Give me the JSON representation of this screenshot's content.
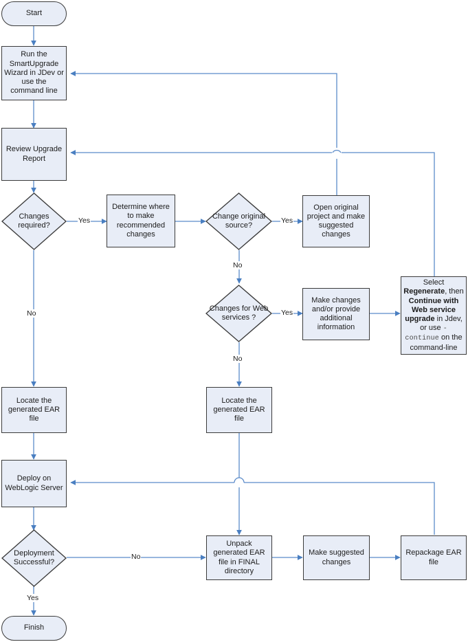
{
  "diagram": {
    "title": "SmartUpgrade process flowchart",
    "colors": {
      "node_fill": "#e8edf7",
      "node_stroke": "#3a3a3a",
      "edge_stroke": "#5b8bc9",
      "text": "#1b1b1b",
      "code_text": "#4a4a4a",
      "background": "#ffffff"
    }
  },
  "nodes": {
    "start": {
      "label": "Start",
      "shape": "terminator"
    },
    "run_wizard": {
      "label": "Run the SmartUpgrade Wizard in JDev or use the command line",
      "shape": "process"
    },
    "review_report": {
      "label": "Review Upgrade Report",
      "shape": "process"
    },
    "changes_required": {
      "label": "Changes required?",
      "shape": "decision"
    },
    "determine_where": {
      "label": "Determine where to make recommended changes",
      "shape": "process"
    },
    "change_original_source": {
      "label": "Change original source?",
      "shape": "decision"
    },
    "open_original_project": {
      "label": "Open original project and make suggested changes",
      "shape": "process"
    },
    "changes_web_services": {
      "label": "Changes for Web services ?",
      "shape": "decision"
    },
    "make_changes_info": {
      "label": "Make changes and/or provide additional information",
      "shape": "process"
    },
    "select_regenerate": {
      "shape": "process",
      "rich": [
        {
          "text": "Select ",
          "style": "normal"
        },
        {
          "text": "Regenerate",
          "style": "bold"
        },
        {
          "text": ", then ",
          "style": "normal"
        },
        {
          "text": "Continue with Web service upgrade",
          "style": "bold"
        },
        {
          "text": " in Jdev, or use ",
          "style": "normal"
        },
        {
          "text": "-continue",
          "style": "code"
        },
        {
          "text": " on the command-line",
          "style": "normal"
        }
      ],
      "plain": "Select Regenerate, then Continue with Web service upgrade in Jdev, or use -continue on the command-line"
    },
    "locate_ear_left": {
      "label": "Locate the generated EAR file",
      "shape": "process"
    },
    "locate_ear_mid": {
      "label": "Locate the generated EAR file",
      "shape": "process"
    },
    "deploy_weblogic": {
      "label": "Deploy on WebLogic Server",
      "shape": "process"
    },
    "deployment_successful": {
      "label": "Deployment Successful?",
      "shape": "decision"
    },
    "unpack_ear": {
      "label": "Unpack generated EAR file in FINAL directory",
      "shape": "process"
    },
    "make_suggested_changes": {
      "label": "Make suggested changes",
      "shape": "process"
    },
    "repackage_ear": {
      "label": "Repackage EAR file",
      "shape": "process"
    },
    "finish": {
      "label": "Finish",
      "shape": "terminator"
    }
  },
  "edge_labels": {
    "changes_required_yes": "Yes",
    "changes_required_no": "No",
    "change_source_yes": "Yes",
    "change_source_no": "No",
    "web_services_yes": "Yes",
    "web_services_no": "No",
    "deployment_no": "No",
    "deployment_yes": "Yes"
  },
  "edges": [
    {
      "from": "start",
      "to": "run_wizard",
      "label": ""
    },
    {
      "from": "run_wizard",
      "to": "review_report",
      "label": ""
    },
    {
      "from": "review_report",
      "to": "changes_required",
      "label": ""
    },
    {
      "from": "changes_required",
      "to": "determine_where",
      "label": "Yes"
    },
    {
      "from": "changes_required",
      "to": "locate_ear_left",
      "label": "No"
    },
    {
      "from": "determine_where",
      "to": "change_original_source",
      "label": ""
    },
    {
      "from": "change_original_source",
      "to": "open_original_project",
      "label": "Yes"
    },
    {
      "from": "change_original_source",
      "to": "changes_web_services",
      "label": "No"
    },
    {
      "from": "open_original_project",
      "to": "run_wizard",
      "label": ""
    },
    {
      "from": "changes_web_services",
      "to": "make_changes_info",
      "label": "Yes"
    },
    {
      "from": "changes_web_services",
      "to": "locate_ear_mid",
      "label": "No"
    },
    {
      "from": "make_changes_info",
      "to": "select_regenerate",
      "label": ""
    },
    {
      "from": "select_regenerate",
      "to": "review_report",
      "label": ""
    },
    {
      "from": "locate_ear_left",
      "to": "deploy_weblogic",
      "label": ""
    },
    {
      "from": "locate_ear_mid",
      "to": "unpack_ear",
      "label": ""
    },
    {
      "from": "deploy_weblogic",
      "to": "deployment_successful",
      "label": ""
    },
    {
      "from": "deployment_successful",
      "to": "unpack_ear",
      "label": "No"
    },
    {
      "from": "deployment_successful",
      "to": "finish",
      "label": "Yes"
    },
    {
      "from": "unpack_ear",
      "to": "make_suggested_changes",
      "label": ""
    },
    {
      "from": "make_suggested_changes",
      "to": "repackage_ear",
      "label": ""
    },
    {
      "from": "repackage_ear",
      "to": "deploy_weblogic",
      "label": ""
    }
  ]
}
